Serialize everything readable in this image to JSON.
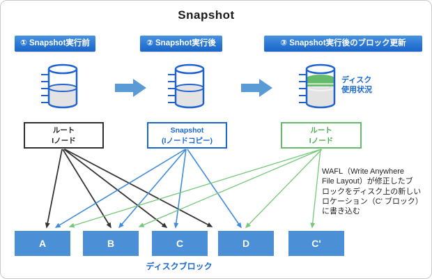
{
  "title": "Snapshot",
  "stages": [
    {
      "label": "① Snapshot実行前"
    },
    {
      "label": "② Snapshot実行後"
    },
    {
      "label": "③ Snapshot実行後のブロック更新"
    }
  ],
  "disk_usage_label": "ディスク\n使用状況",
  "inode_boxes": [
    {
      "line1": "ルート",
      "line2": "Iノード"
    },
    {
      "line1": "Snapshot",
      "line2": "(Iノードコピー)"
    },
    {
      "line1": "ルート",
      "line2": "Iノード"
    }
  ],
  "blocks": [
    "A",
    "B",
    "C",
    "D",
    "C'"
  ],
  "disk_blocks_label": "ディスクブロック",
  "wafl_note": "WAFL（Write Anywhere\nFile Layout）が修正したブ\nロックをディスク上の新しい\nロケーション（C' ブロック）\nに書き込む",
  "pointers": {
    "root_before_targets": [
      "A",
      "B",
      "C",
      "D"
    ],
    "snapshot_targets": [
      "A",
      "B",
      "C",
      "D"
    ],
    "root_after_targets": [
      "A",
      "B",
      "D",
      "C'"
    ]
  },
  "colors": {
    "stage_badge_blue": "#2b78d4",
    "block_blue": "#4b90d7",
    "cylinder_outline_blue": "#1e62d0",
    "cylinder_fill_gray": "#e3e3e3",
    "green": "#66bb6a",
    "text_blue": "#1867d3",
    "arrow_black": "#333333",
    "arrow_blue": "#3f8bdc",
    "arrow_green": "#74c878"
  },
  "icons": {
    "disk": "cylinder-icon",
    "flow": "right-block-arrow-icon"
  }
}
